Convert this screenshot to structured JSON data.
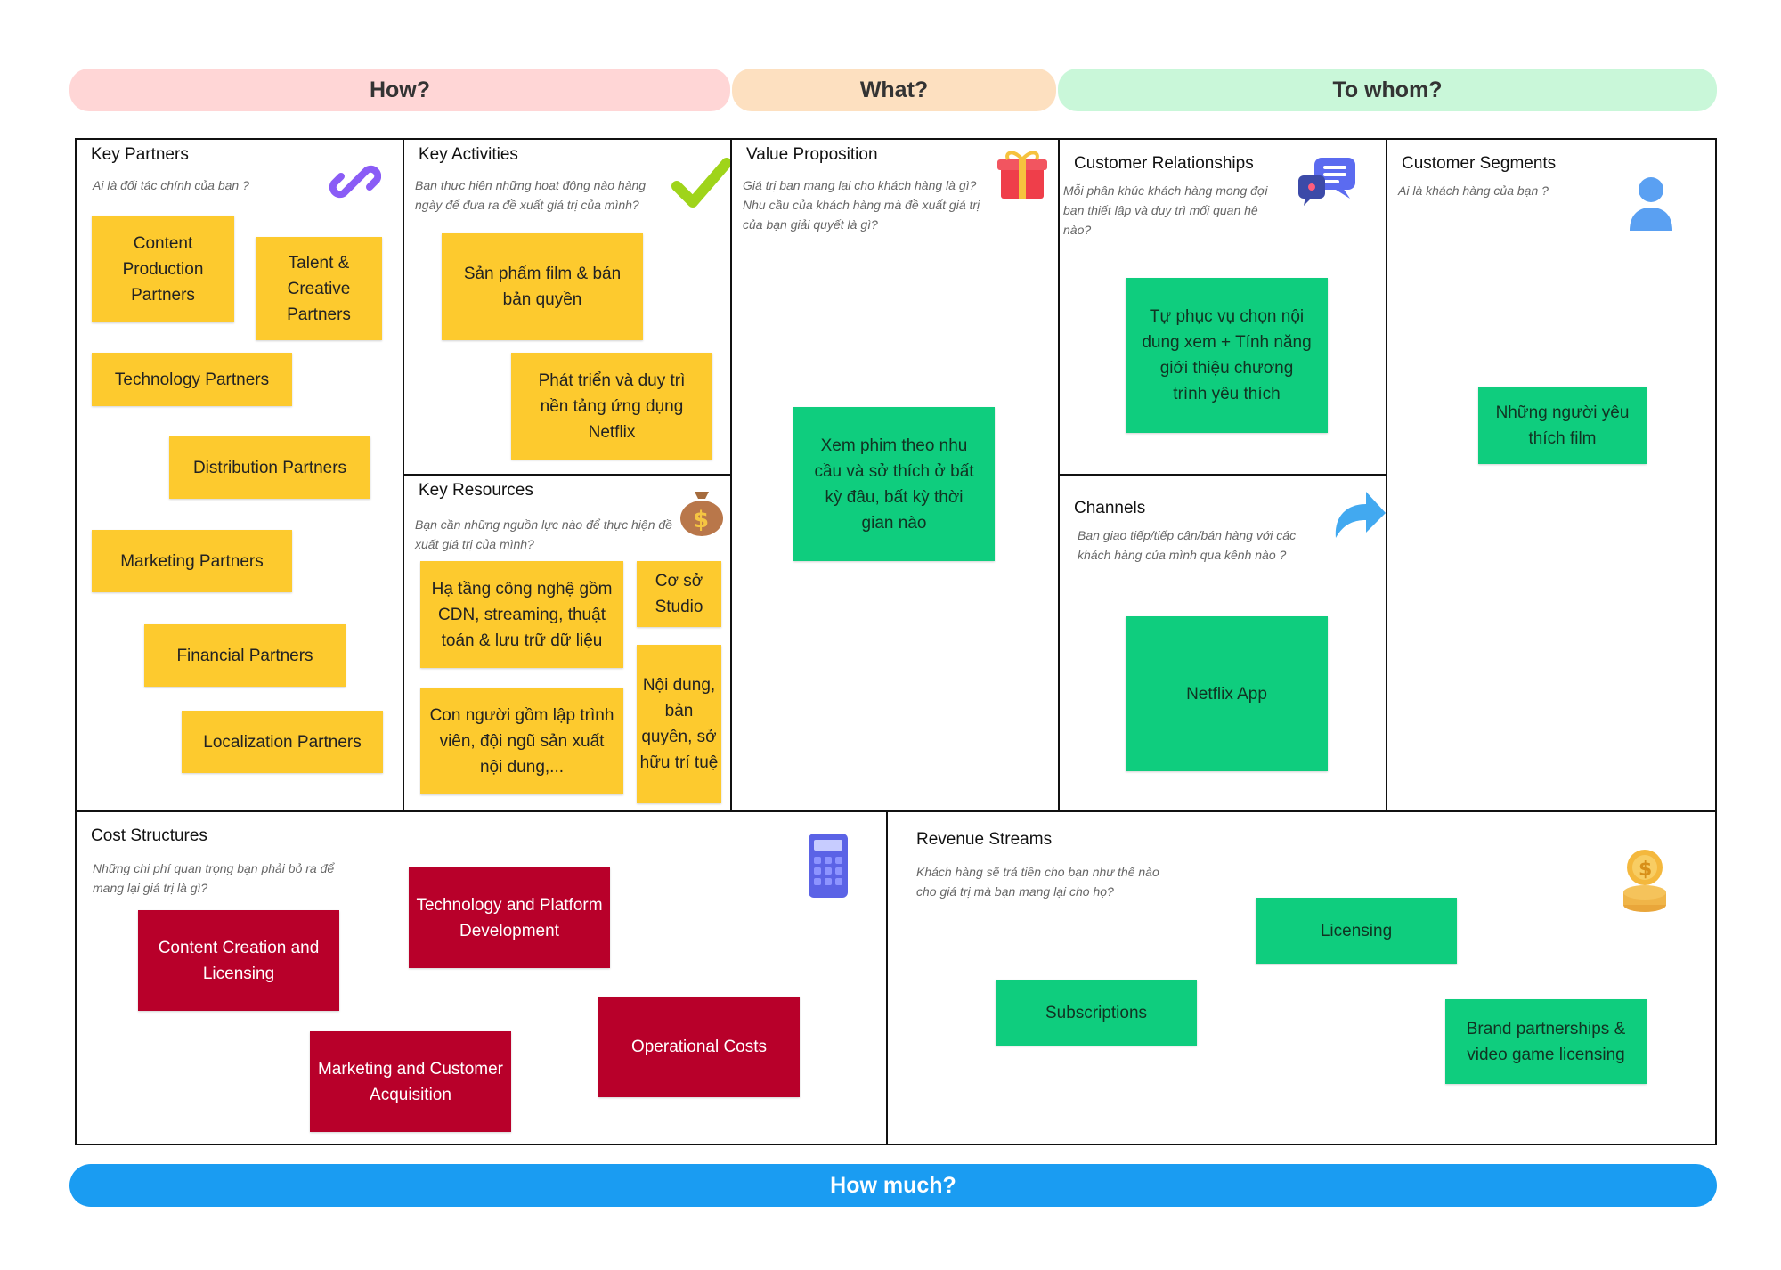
{
  "headers": {
    "how": "How?",
    "what": "What?",
    "to_whom": "To whom?",
    "how_much": "How much?"
  },
  "key_partners": {
    "title": "Key Partners",
    "subtitle": "Ai là đối tác chính của bạn ?",
    "icon": "link-icon",
    "notes": [
      "Content Production Partners",
      "Talent & Creative Partners",
      "Technology Partners",
      "Distribution Partners",
      "Marketing Partners",
      "Financial Partners",
      "Localization Partners"
    ]
  },
  "key_activities": {
    "title": "Key Activities",
    "subtitle": "Bạn thực hiện những hoạt động nào hàng ngày để đưa ra đề xuất giá trị của mình?",
    "icon": "checkmark-icon",
    "notes": [
      "Sản phẩm film & bán bản quyền",
      "Phát triển và duy trì nền tảng ứng dụng Netflix"
    ]
  },
  "key_resources": {
    "title": "Key Resources",
    "subtitle": "Bạn cần những nguồn lực nào để thực hiện đề xuất giá trị của mình?",
    "icon": "money-bag-icon",
    "notes": [
      "Hạ tầng công nghệ gồm CDN, streaming, thuật toán & lưu trữ dữ liệu",
      "Cơ sở Studio",
      "Con người gồm lập trình viên, đội ngũ sản xuất nội dung,...",
      "Nội dung, bản quyền, sở hữu trí tuệ"
    ]
  },
  "value_proposition": {
    "title": "Value Proposition",
    "subtitle": "Giá trị bạn mang lại cho khách hàng là gì? Nhu cầu của khách hàng mà đề xuất giá trị của bạn giải quyết là gì?",
    "icon": "gift-icon",
    "notes": [
      "Xem phim theo nhu cầu và sở thích ở bất kỳ đâu, bất kỳ thời gian nào"
    ]
  },
  "customer_relationships": {
    "title": "Customer Relationships",
    "subtitle": "Mỗi phân khúc khách hàng mong đợi bạn thiết lập và duy trì mối quan hệ nào?",
    "icon": "chat-bubbles-icon",
    "notes": [
      "Tự phục vụ chọn nội dung xem + Tính năng giới thiệu chương trình yêu thích"
    ]
  },
  "channels": {
    "title": "Channels",
    "subtitle": "Bạn giao tiếp/tiếp cận/bán hàng với các khách hàng của mình qua kênh nào ?",
    "icon": "arrow-icon",
    "notes": [
      "Netflix App"
    ]
  },
  "customer_segments": {
    "title": "Customer Segments",
    "subtitle": "Ai là khách hàng của bạn ?",
    "icon": "person-icon",
    "notes": [
      "Những người yêu thích film"
    ]
  },
  "cost_structures": {
    "title": "Cost Structures",
    "subtitle": "Những chi phí quan trọng bạn phải bỏ ra để mang lại giá trị là gì?",
    "icon": "calculator-icon",
    "notes": [
      "Content Creation and Licensing",
      "Technology and Platform Development",
      "Marketing and Customer Acquisition",
      "Operational Costs"
    ]
  },
  "revenue_streams": {
    "title": "Revenue Streams",
    "subtitle": "Khách hàng sẽ trả tiền cho bạn như thế nào cho giá trị mà bạn mang lại cho họ?",
    "icon": "coins-icon",
    "notes": [
      "Licensing",
      "Subscriptions",
      "Brand partnerships & video game licensing"
    ]
  },
  "colors": {
    "yellow_note": "#fdca2e",
    "green_note": "#0fcd7e",
    "red_note": "#b8002a",
    "how_header": "#ffd6d6",
    "what_header": "#fde0c0",
    "whom_header": "#c9f7d9",
    "how_much_bar": "#1a9cf2"
  }
}
